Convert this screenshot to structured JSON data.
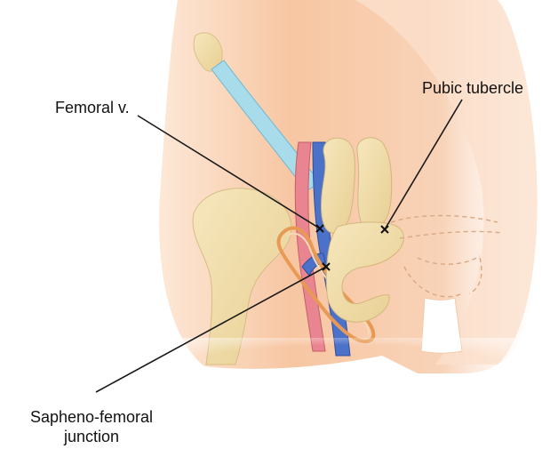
{
  "labels": {
    "femoral_vein": "Femoral v.",
    "pubic_tubercle": "Pubic tubercle",
    "sapheno_femoral_line1": "Sapheno-femoral",
    "sapheno_femoral_line2": "junction"
  },
  "colors": {
    "skin": "#f6c7a5",
    "bone": "#f1deaa",
    "artery": "#e77f89",
    "vein": "#4a6fc4",
    "ligament": "#8fcde0",
    "leader_line": "#1a1a1a"
  }
}
